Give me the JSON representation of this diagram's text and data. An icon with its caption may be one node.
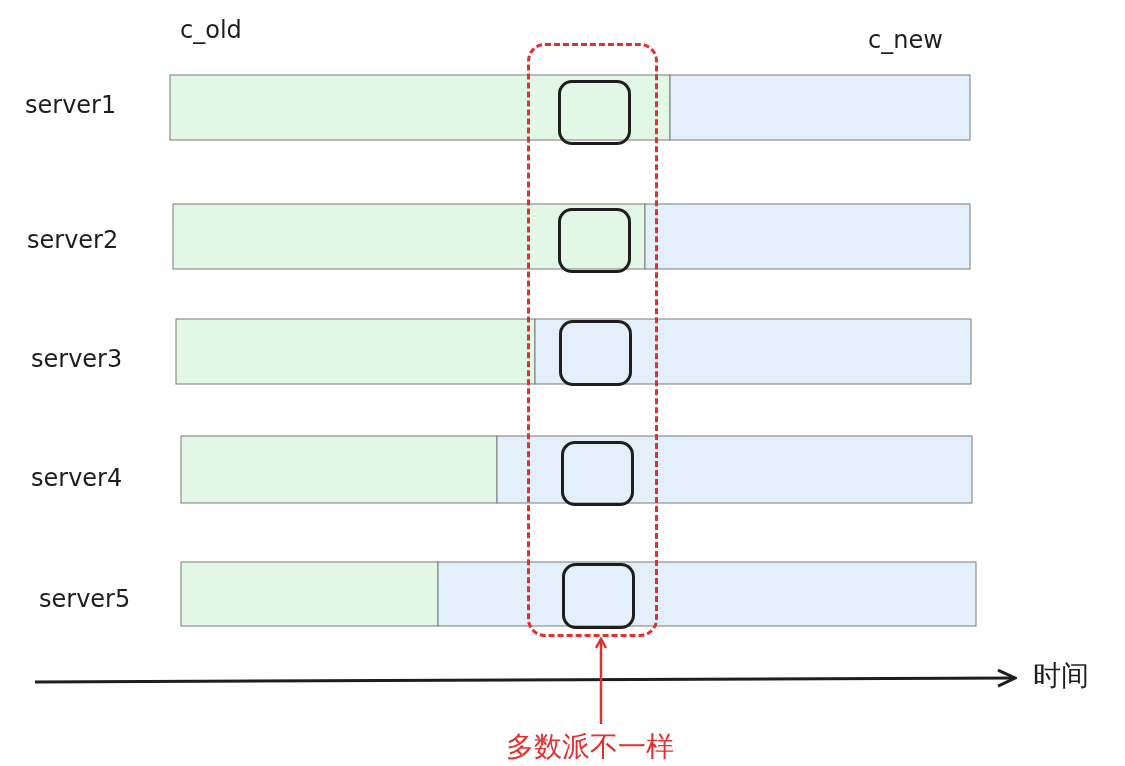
{
  "diagram": {
    "nodes": [
      {
        "text": [],
        "shape": "box"
      },
      {
        "text": [],
        "shape": "box",
        "in": 0
      },
      {
        "text": [],
        "shape": "box",
        "in": 0
      },
      {
        "text": [],
        "shape": "box",
        "in": 0
      },
      {
        "text": [],
        "shape": "box",
        "in": 0
      },
      {
        "text": [],
        "shape": "box",
        "in": 0
      },
      {
        "text": [
          "多数派不一样"
        ]
      }
    ],
    "edges": [
      {
        "from": 6,
        "to": 0,
        "arrow": "to"
      }
    ],
    "labels": [
      "c_old",
      "c_new",
      "server1",
      "server2",
      "server3",
      "server4",
      "server5",
      "时间"
    ]
  }
}
